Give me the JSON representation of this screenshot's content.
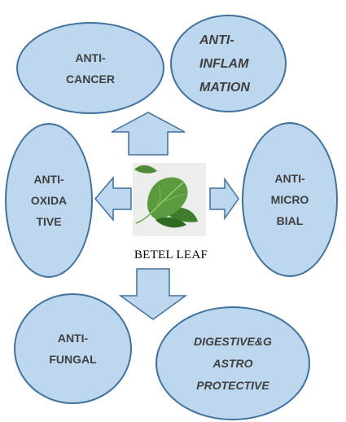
{
  "nodes": {
    "top_left": {
      "lines": [
        "ANTI-",
        "CANCER"
      ]
    },
    "top_right": {
      "lines": [
        "ANTI-",
        "INFLAM",
        "MATION"
      ]
    },
    "left": {
      "lines": [
        "ANTI-",
        "OXIDA",
        "TIVE"
      ]
    },
    "right": {
      "lines": [
        "ANTI-",
        "MICRO",
        "BIAL"
      ]
    },
    "bottom_left": {
      "lines": [
        "ANTI-",
        "FUNGAL"
      ]
    },
    "bottom_right": {
      "lines": [
        "DIGESTIVE&G",
        "ASTRO",
        "PROTECTIVE"
      ]
    }
  },
  "center": {
    "caption": "BETEL LEAF",
    "image": "betel-leaf-photo"
  },
  "colors": {
    "fill": "#bdd7ee",
    "stroke": "#41719c",
    "text": "#404040"
  }
}
